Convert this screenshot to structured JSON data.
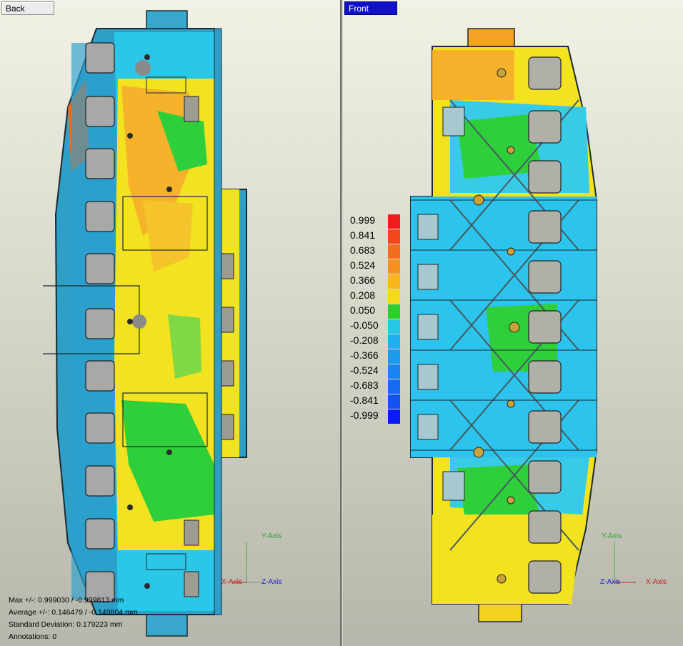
{
  "views": {
    "back": {
      "label": "Back"
    },
    "front": {
      "label": "Front"
    }
  },
  "legend": {
    "labels": [
      "0.999",
      "0.841",
      "0.683",
      "0.524",
      "0.366",
      "0.208",
      "0.050",
      "-0.050",
      "-0.208",
      "-0.366",
      "-0.524",
      "-0.683",
      "-0.841",
      "-0.999"
    ],
    "colors": [
      "#ee1c1c",
      "#f2451c",
      "#f46d1f",
      "#f5911f",
      "#f8b51c",
      "#f5d91a",
      "#2bd12b",
      "#25c7e6",
      "#1fb0f0",
      "#1c99f0",
      "#1a84f2",
      "#176bf2",
      "#1450f2",
      "#0a1cf5"
    ]
  },
  "axes_back": {
    "y": "Y-Axis",
    "x": "X-Axis",
    "z": "Z-Axis"
  },
  "axes_front": {
    "y": "Y-Axis",
    "x": "X-Axis",
    "z": "Z-Axis"
  },
  "stats": {
    "max": "Max +/-: 0.999030 / -0.999813 mm",
    "average": "Average +/-: 0.146479 / -0.149804 mm",
    "std_dev": "Standard Deviation: 0.179223 mm",
    "annotations": "Annotations: 0"
  }
}
